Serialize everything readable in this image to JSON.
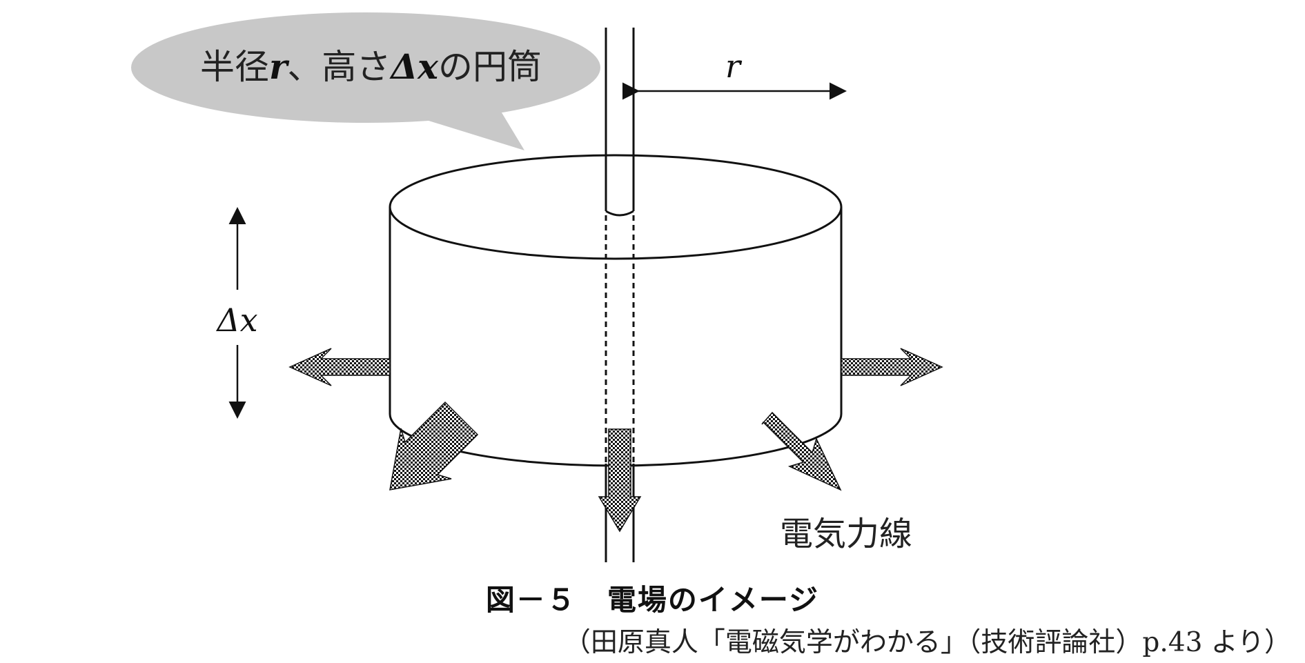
{
  "bubble": {
    "prefix": "半径",
    "r": "r",
    "mid": "、高さ",
    "dx": "Δx",
    "suffix": "の円筒"
  },
  "radius_label": "r",
  "height_label": "Δx",
  "field_lines_label": "電気力線",
  "caption": "図－５　電場のイメージ",
  "source": "（田原真人「電磁気学がわかる」（技術評論社）p.43 より）",
  "colors": {
    "bubble_fill": "#c8c8c8",
    "line": "#111111",
    "text": "#222222"
  },
  "icons": {
    "field_arrow": "checkered-arrow-icon",
    "dimension_arrow": "double-arrow-icon"
  }
}
